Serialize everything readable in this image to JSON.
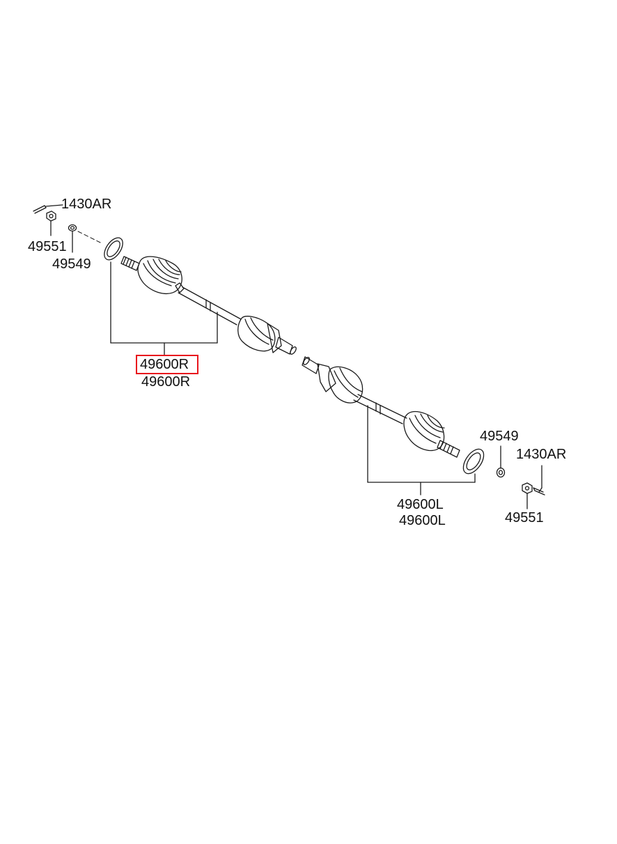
{
  "labels": {
    "pin_top": "1430AR",
    "nut_top": "49551",
    "washer_top": "49549",
    "shaft_right_highlighted": "49600R",
    "shaft_right": "49600R",
    "washer_bottom": "49549",
    "pin_bottom": "1430AR",
    "shaft_left_a": "49600L",
    "shaft_left_b": "49600L",
    "nut_bottom": "49551"
  },
  "highlight": {
    "color": "#e8141c",
    "target": "49600R"
  },
  "colors": {
    "line": "#1a1a1a",
    "background": "#ffffff"
  }
}
